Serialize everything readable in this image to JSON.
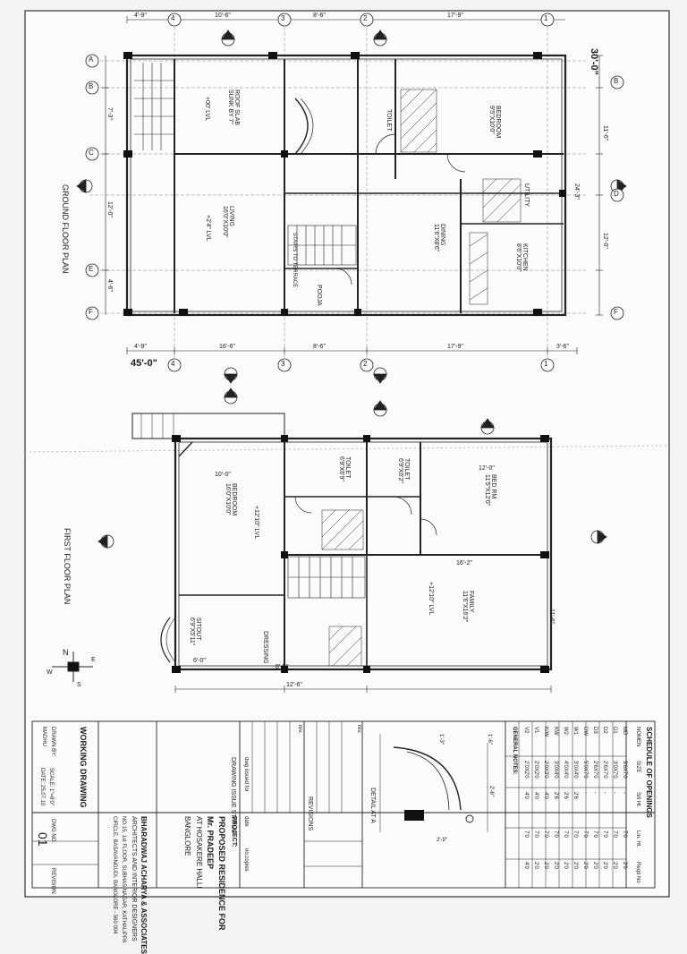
{
  "sheet": {
    "ground_title": "GROUND FLOOR PLAN",
    "first_title": "FIRST FLOOR PLAN",
    "overall_width": "45'-0\"",
    "overall_depth": "30'-0\"",
    "north": "N",
    "south": "S",
    "east": "E",
    "west": "W"
  },
  "ground_floor": {
    "top_dims": [
      "4'-9\"",
      "10'-6\"",
      "8'-6\"",
      "17'-9\""
    ],
    "bottom_dims": [
      "4'-9\"",
      "16'-6\"",
      "8'-6\"",
      "17'-9\"",
      "3'-6\""
    ],
    "axes_letters": [
      "A",
      "B",
      "C",
      "D",
      "E",
      "F"
    ],
    "axes_numbers": [
      "4",
      "3",
      "2",
      "1"
    ],
    "side_dims": [
      "7'-3\"",
      "12'-0\"",
      "4'-6\"",
      "11'-6\"",
      "12'-0\"",
      "24'-3\""
    ],
    "rooms": [
      {
        "name": "ROOF SLAB",
        "line2": "SUNK BY 7\""
      },
      {
        "name": "+00' LVL"
      },
      {
        "name": "LIVING",
        "line2": "16'0\"X10'0\""
      },
      {
        "name": "+2'4\" LVL"
      },
      {
        "name": "KITCHEN",
        "line2": "8'6\"X10'0\""
      },
      {
        "name": "DINING",
        "line2": "11'6\"X8'6\""
      },
      {
        "name": "BEDROOM",
        "line2": "9'5\"X10'0\""
      },
      {
        "name": "TOILET"
      },
      {
        "name": "UTILITY"
      },
      {
        "name": "POOJA"
      },
      {
        "name": "STAIRS TO TERRACE"
      }
    ]
  },
  "first_floor": {
    "rooms": [
      {
        "name": "BEDROOM",
        "line2": "16'0\"X10'0\""
      },
      {
        "name": "TOILET",
        "line2": "6'9\"X6'9\""
      },
      {
        "name": "TOILET",
        "line2": "6'9\"X6'2\""
      },
      {
        "name": "BED RM",
        "line2": "11'5\"X12'0\""
      },
      {
        "name": "FAMILY",
        "line2": "11'6\"X16'2\""
      },
      {
        "name": "SITOUT",
        "line2": "6'9\"X5'11\""
      },
      {
        "name": "DRESSING"
      },
      {
        "name": "+12'10\" LVL"
      }
    ],
    "dims": [
      "10'-0\"",
      "12'-0\"",
      "16'-2\"",
      "11'-6\"",
      "6'-0\"",
      "8'-9\"",
      "12'-6\""
    ]
  },
  "schedule": {
    "title": "SCHEDULE OF OPENINGS",
    "headers": [
      "NOMEN",
      "SIZE",
      "Sill Ht.",
      "Lin. Ht.",
      "Reqd No"
    ],
    "rows": [
      [
        "MD",
        "3'6X7'0",
        "-",
        "7'0",
        "2'0"
      ],
      [
        "D1",
        "3'0X7'0",
        "-",
        "7'0",
        "2'0"
      ],
      [
        "D2",
        "2'6X7'0",
        "-",
        "7'0",
        "2'0"
      ],
      [
        "D3",
        "2'6X7'0",
        "-",
        "7'0",
        "2'0"
      ],
      [
        "DW",
        "5'0X7'0",
        "-",
        "7'0",
        "2'0"
      ],
      [
        "W1",
        "3'0X4'0",
        "2'6",
        "7'0",
        "2'0"
      ],
      [
        "W2",
        "4'0X4'0",
        "2'6",
        "7'0",
        "2'0"
      ],
      [
        "KW",
        "3'0X4'0",
        "2'6",
        "7'0",
        "2'0"
      ],
      [
        "K/W",
        "2'0X3'0",
        "4'0",
        "7'0",
        "2'0"
      ],
      [
        "V1",
        "2'0X2'0",
        "4'0",
        "7'0",
        "2'0"
      ],
      [
        "V2",
        "2'0X2'0",
        "4'0",
        "7'0",
        "4'0"
      ]
    ],
    "notes_title": "GENERAL NOTES:"
  },
  "detail": {
    "title": "DETAIL AT A",
    "dims": [
      "1'-3\"",
      "1'-6\"",
      "2'-6\"",
      "2'-9\""
    ]
  },
  "revisions": {
    "title": "REVISIONS",
    "header": "rev.",
    "cols": [
      "dwg issued for",
      "date",
      "no.copies"
    ],
    "status": "DRAWING ISSUE STATUS"
  },
  "titleblock": {
    "project_label": "PROJECT:",
    "project": "PROPOSED RESIDENCE FOR",
    "client": "Mr. PRADEEP",
    "location": "AT HOSAKERE HALLI",
    "city": "BANGLORE",
    "firm": "BHARADWAJ ACHARYA & ASSOCIATES",
    "firm_sub": "ARCHITECTS AND INTERIOR DESIGNERS",
    "addr1": "NO.15, 1st FLOOR, SUBHAS NAGAR, KATHALIPPA",
    "addr2": "CIRCLE, BASAVANGUDI, BANGLORE - 560 004",
    "drawing": "WORKING DRAWING",
    "drawn": "DRAWN BY:",
    "drawn_val": "MADHU",
    "scale": "SCALE: 1\"=8'0\"",
    "date": "DATE: 25.07.10",
    "dwg_no_label": "DWG NO.",
    "dwg_no": "01",
    "revision_label": "REVISION"
  }
}
